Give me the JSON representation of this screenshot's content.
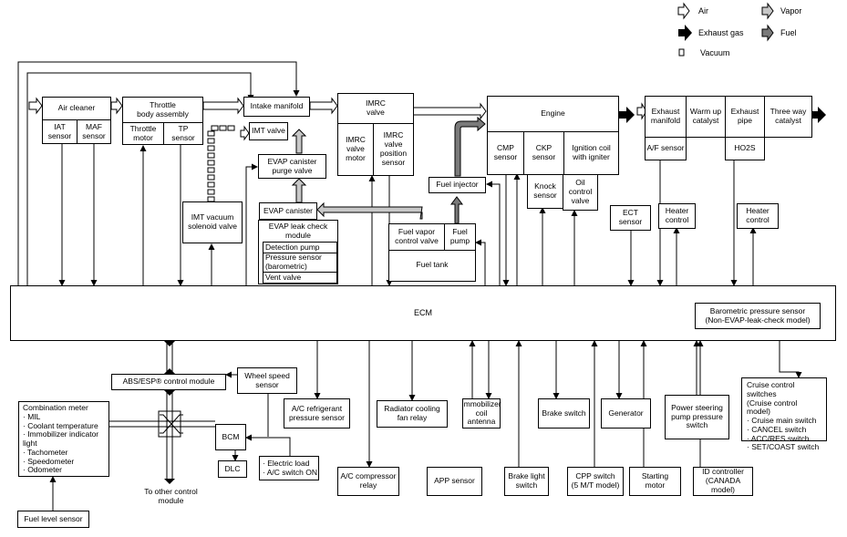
{
  "legend": {
    "air": "Air",
    "vapor": "Vapor",
    "exhaust_gas": "Exhaust gas",
    "fuel": "Fuel",
    "vacuum": "Vacuum"
  },
  "components": {
    "air_cleaner": "Air cleaner",
    "iat_sensor": "IAT\nsensor",
    "maf_sensor": "MAF\nsensor",
    "throttle_body": "Throttle\nbody assembly",
    "throttle_motor": "Throttle\nmotor",
    "tp_sensor": "TP\nsensor",
    "intake_manifold": "Intake manifold",
    "imt_valve": "IMT valve",
    "imt_vacuum_solenoid": "IMT vacuum\nsolenoid valve",
    "evap_purge_valve": "EVAP canister\npurge valve",
    "evap_canister": "EVAP canister",
    "evap_leak_module": "EVAP leak check module\n(EVAP-leak-check model)",
    "detection_pump": "Detection pump",
    "pressure_sensor": "Pressure sensor\n(barometric)",
    "vent_valve": "Vent valve",
    "imrc_valve": "IMRC\nvalve",
    "imrc_valve_motor": "IMRC\nvalve\nmotor",
    "imrc_position_sensor": "IMRC\nvalve\nposition\nsensor",
    "engine": "Engine",
    "cmp_sensor": "CMP\nsensor",
    "ckp_sensor": "CKP\nsensor",
    "ignition_coil": "Ignition coil\nwith igniter",
    "knock_sensor": "Knock\nsensor",
    "oil_control_valve": "Oil\ncontrol\nvalve",
    "fuel_injector": "Fuel injector",
    "fuel_vapor_control_valve": "Fuel vapor\ncontrol valve",
    "fuel_pump": "Fuel\npump",
    "fuel_tank": "Fuel tank",
    "exhaust_manifold": "Exhaust\nmanifold",
    "warm_up_catalyst": "Warm up\ncatalyst",
    "exhaust_pipe": "Exhaust\npipe",
    "three_way_catalyst": "Three way\ncatalyst",
    "af_sensor": "A/F sensor",
    "ho2s": "HO2S",
    "ect_sensor": "ECT\nsensor",
    "heater_control_1": "Heater\ncontrol",
    "heater_control_2": "Heater\ncontrol",
    "ecm": "ECM",
    "baro_sensor": "Barometric pressure sensor\n(Non-EVAP-leak-check model)",
    "abs_module": "ABS/ESP® control module",
    "wheel_speed": "Wheel speed\nsensor",
    "combination_meter": "Combination meter\n· MIL\n· Coolant temperature\n· Immobilizer indicator light\n· Tachometer\n· Speedometer\n· Odometer",
    "fuel_level_sensor": "Fuel level sensor",
    "bcm": "BCM",
    "dlc": "DLC",
    "to_other_module": "To other control\nmodule",
    "electric_load": "· Electric load\n· A/C switch ON",
    "ac_refrigerant": "A/C refrigerant\npressure sensor",
    "ac_compressor_relay": "A/C compressor\nrelay",
    "radiator_fan_relay": "Radiator cooling\nfan relay",
    "app_sensor": "APP sensor",
    "immobilizer_antenna": "Immobilizer\ncoil antenna",
    "brake_light_switch": "Brake light\nswitch",
    "brake_switch": "Brake switch",
    "cpp_switch": "CPP switch\n(5 M/T model)",
    "generator": "Generator",
    "starting_motor": "Starting motor",
    "power_steering_switch": "Power steering\npump pressure\nswitch",
    "id_controller": "ID controller\n(CANADA model)",
    "cruise_switches": "Cruise control switches\n(Cruise control model)\n· Cruise main switch\n· CANCEL switch\n· ACC/RES switch\n· SET/COAST switch"
  }
}
